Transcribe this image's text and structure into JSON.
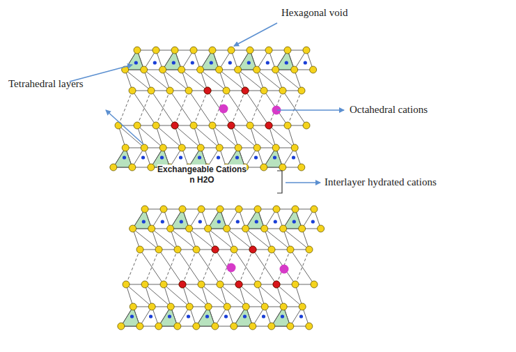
{
  "diagram": {
    "labels": [
      "Hexagonal void",
      "Tetrahedral layers",
      "Octahedral cations",
      "Interlayer hydrated cations",
      "Exchangeable Cations",
      "n H2O"
    ]
  }
}
